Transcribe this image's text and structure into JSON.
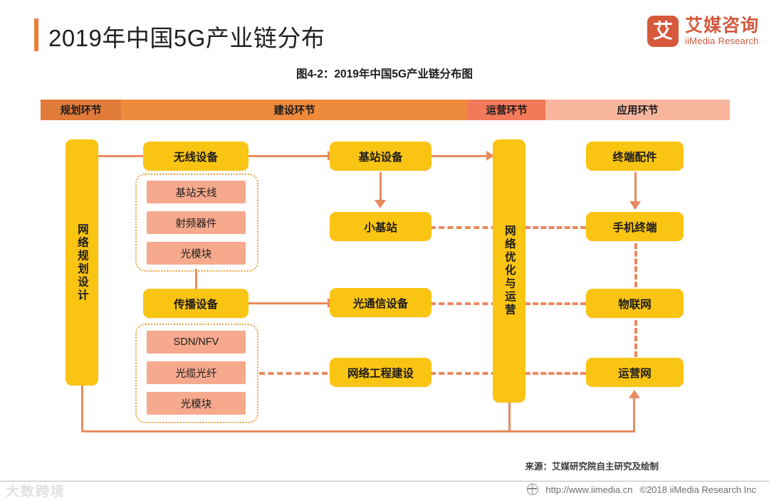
{
  "header": {
    "title": "2019年中国5G产业链分布",
    "logo_glyph": "艾",
    "logo_cn": "艾媒咨询",
    "logo_en": "iiMedia Research"
  },
  "subtitle": "图4-2：2019年中国5G产业链分布图",
  "stages": [
    {
      "label": "规划环节",
      "color": "#E07B39"
    },
    {
      "label": "建设环节",
      "color": "#ED8A3C"
    },
    {
      "label": "运营环节",
      "color": "#F2795A"
    },
    {
      "label": "应用环节",
      "color": "#F9B69E"
    }
  ],
  "nodes": {
    "planning": "网络规划设计",
    "wireless_equipment": "无线设备",
    "transmission_equipment": "传播设备",
    "base_station_equipment": "基站设备",
    "small_base_station": "小基站",
    "optical_comm_equipment": "光通信设备",
    "network_engineering": "网络工程建设",
    "network_optimization": "网络优化与运营",
    "terminal_accessories": "终端配件",
    "mobile_terminal": "手机终端",
    "iot": "物联网",
    "operator_network": "运营网"
  },
  "group_wireless": {
    "items": [
      "基站天线",
      "射频器件",
      "光模块"
    ]
  },
  "group_transmission": {
    "items": [
      "SDN/NFV",
      "光缆光纤",
      "光模块"
    ]
  },
  "source": "来源：艾媒研究院自主研究及绘制",
  "footer": {
    "url": "http://www.iimedia.cn",
    "copyright": "©2018  iiMedia Research Inc"
  },
  "watermark": "大数跨境",
  "colors": {
    "node_yellow": "#FAC412",
    "sub_salmon": "#F6A98D",
    "connector": "#E98A5F",
    "group_border": "#EDA13F",
    "accent_bar": "#ED7D3A",
    "brand": "#D2593F"
  }
}
